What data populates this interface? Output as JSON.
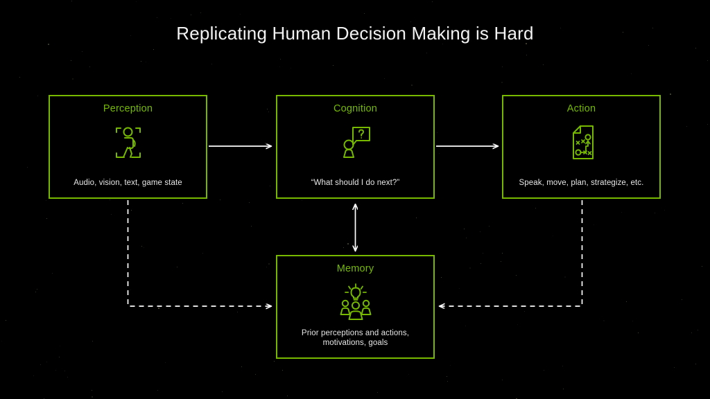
{
  "title": "Replicating Human Decision Making is Hard",
  "colors": {
    "background": "#000000",
    "accent_green": "#76b900",
    "title_text": "#f2f2f2",
    "body_text": "#e6e6e6",
    "connector": "#ffffff"
  },
  "nodes": [
    {
      "id": "perception",
      "title": "Perception",
      "caption": "Audio, vision, text, game state",
      "icon": "walking-person-detection-icon"
    },
    {
      "id": "cognition",
      "title": "Cognition",
      "caption": "“What should I do next?”",
      "icon": "person-question-speech-bubble-icon"
    },
    {
      "id": "action",
      "title": "Action",
      "caption": "Speak, move, plan, strategize, etc.",
      "icon": "strategy-playbook-document-icon"
    },
    {
      "id": "memory",
      "title": "Memory",
      "caption": "Prior perceptions and actions, motivations, goals",
      "icon": "lightbulb-over-people-icon"
    }
  ],
  "connectors": [
    {
      "id": "perception-to-cognition",
      "style": "solid",
      "direction": "one-way"
    },
    {
      "id": "cognition-to-action",
      "style": "solid",
      "direction": "one-way"
    },
    {
      "id": "cognition-memory",
      "style": "solid",
      "direction": "two-way"
    },
    {
      "id": "perception-to-memory",
      "style": "dashed",
      "direction": "one-way"
    },
    {
      "id": "action-to-memory",
      "style": "dashed",
      "direction": "one-way"
    }
  ]
}
